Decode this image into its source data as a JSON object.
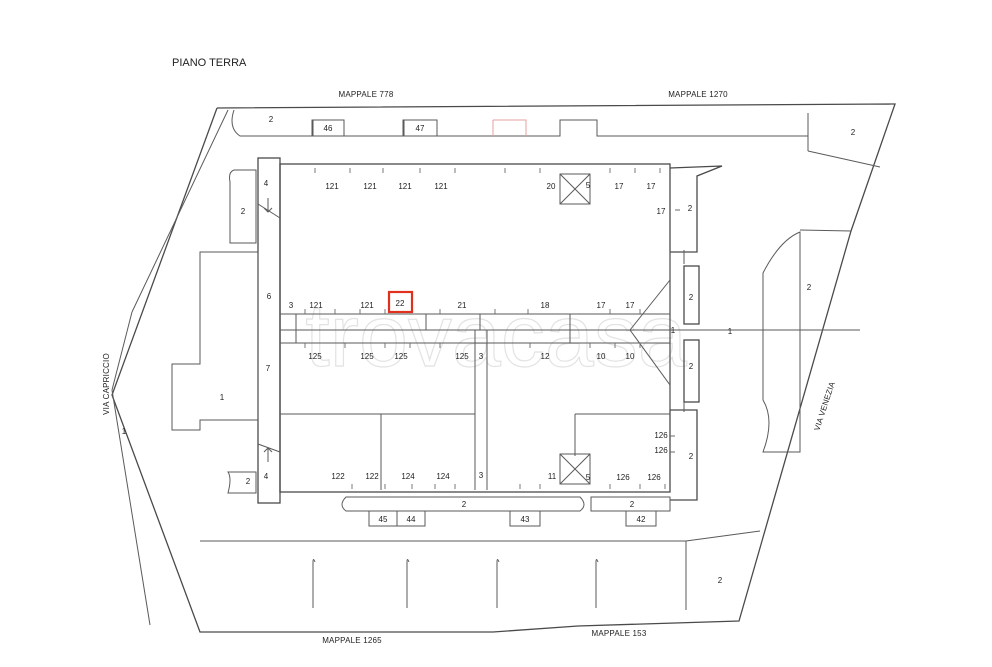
{
  "plan": {
    "title": "PIANO TERRA",
    "watermark": "trovacasa",
    "highlight_color": "#e0301e",
    "streets": {
      "north_left": "MAPPALE 778",
      "north_right": "MAPPALE 1270",
      "south_left": "MAPPALE 1265",
      "south_right": "MAPPALE 153",
      "west": "VIA CAPRICCIO",
      "east": "VIA VENEZIA"
    },
    "highlighted_unit": "22",
    "labels": {
      "north_row": [
        "121",
        "121",
        "121",
        "121",
        "20",
        "5",
        "17",
        "17",
        "17"
      ],
      "mid_north_row": [
        "6",
        "3",
        "121",
        "121",
        "22",
        "21",
        "18",
        "17",
        "17"
      ],
      "mid_south_row": [
        "125",
        "125",
        "125",
        "125",
        "3",
        "12",
        "10",
        "10"
      ],
      "east_units": [
        "2",
        "2",
        "2",
        "2",
        "1",
        "1",
        "126",
        "126"
      ],
      "south_row": [
        "7",
        "4",
        "122",
        "122",
        "124",
        "124",
        "3",
        "11",
        "5",
        "126",
        "126"
      ],
      "garages_north": [
        "46",
        "47"
      ],
      "garages_south": [
        "45",
        "44",
        "43",
        "42"
      ],
      "yard": [
        "2",
        "2",
        "2",
        "2",
        "2",
        "2",
        "2",
        "2",
        "1",
        "1",
        "4"
      ]
    }
  }
}
